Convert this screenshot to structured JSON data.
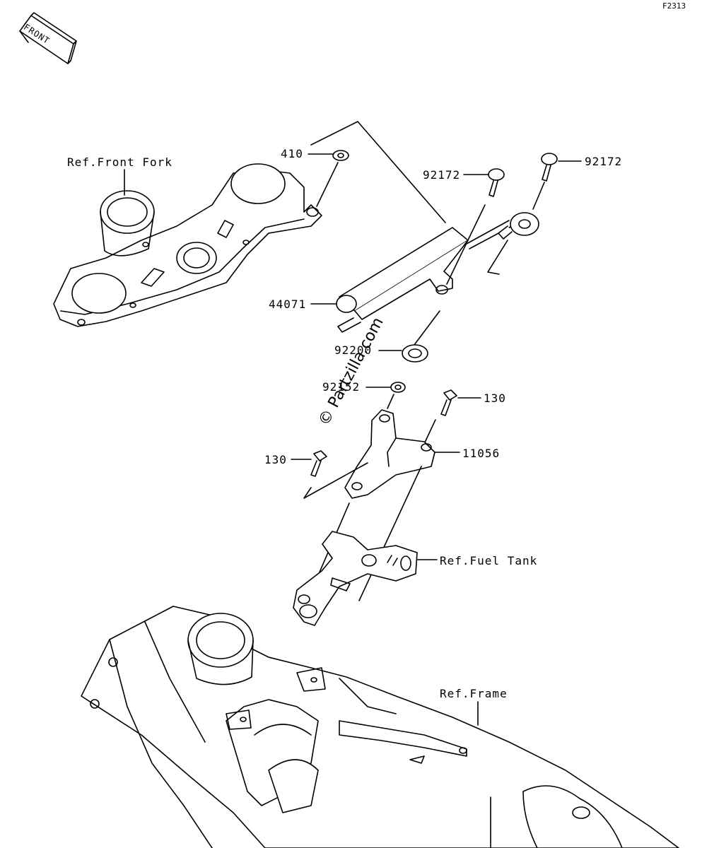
{
  "figure_code": "F2313",
  "front_label": "FRONT",
  "watermark": "© Partzilla.com",
  "callouts": {
    "ref_front_fork": "Ref.Front Fork",
    "p410": "410",
    "p92172_a": "92172",
    "p92172_b": "92172",
    "p44071": "44071",
    "p92200": "92200",
    "p92152": "92152",
    "p130_a": "130",
    "p130_b": "130",
    "p11056": "11056",
    "ref_fuel_tank": "Ref.Fuel Tank",
    "ref_frame": "Ref.Frame"
  }
}
